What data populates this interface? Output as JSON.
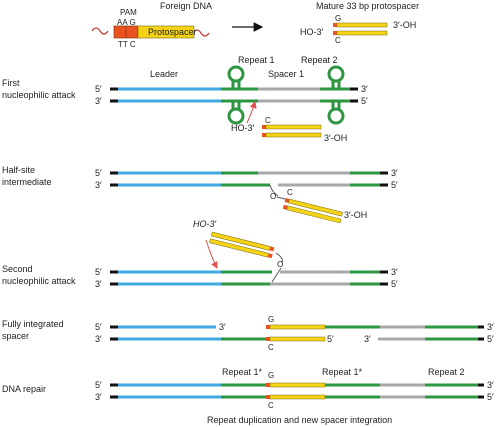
{
  "colors": {
    "leader": "#3fa9e0",
    "repeat": "#2e9640",
    "spacer_grey": "#a8a8a8",
    "protospacer": "#f5d316",
    "pam_orange": "#e8531f",
    "arrow_red": "#e05050",
    "dna_black": "#111111",
    "foreign_dna_red": "#c0392b"
  },
  "top": {
    "foreign_dna_label": "Foreign DNA",
    "pam_label": "PAM",
    "pam_top_bases": "AA G",
    "pam_bottom_bases": "TT C",
    "protospacer_label": "Protospacer",
    "mature_label": "Mature 33 bp protospacer",
    "mature_top_base": "G",
    "mature_bottom_base": "C",
    "mature_left_end": "HO-3′",
    "mature_right_end": "3′-OH"
  },
  "rows": {
    "first": {
      "title_line1": "First",
      "title_line2": "nucleophilic attack",
      "leader_label": "Leader",
      "repeat1_label": "Repeat 1",
      "spacer1_label": "Spacer 1",
      "repeat2_label": "Repeat 2",
      "end_5_top": "5′",
      "end_3_bottom": "3′",
      "end_3_top": "3′",
      "end_5_bottom": "5′",
      "attack_end": "HO-3′",
      "base_C": "C",
      "right_oh": "3′-OH"
    },
    "half": {
      "title_line1": "Half-site",
      "title_line2": "intermediate",
      "end_5_top": "5′",
      "end_3_bottom": "3′",
      "end_3_top": "3′",
      "end_5_bottom": "5′",
      "link_O": "O",
      "base_C": "C",
      "right_oh": "3′-OH"
    },
    "second": {
      "title_line1": "Second",
      "title_line2": "nucleophilic attack",
      "attack_end": "HO-3′",
      "link_O": "O",
      "end_5_top": "5′",
      "end_3_bottom": "3′",
      "end_3_top": "3′",
      "end_5_bottom": "5′"
    },
    "full": {
      "title_line1": "Fully integrated",
      "title_line2": "spacer",
      "end_5_top": "5′",
      "end_3_bottom": "3′",
      "mid_3_top": "3′",
      "base_G": "G",
      "base_C": "C",
      "mid_5_bottom": "5′",
      "mid_3_bottom": "3′",
      "end_3_top": "3′",
      "end_5_bottom": "5′"
    },
    "repair": {
      "title_line1": "DNA repair",
      "repeat1a_label": "Repeat 1*",
      "repeat1b_label": "Repeat 1*",
      "repeat2_label": "Repeat 2",
      "base_G": "G",
      "base_C": "C",
      "end_5_top": "5′",
      "end_3_bottom": "3′",
      "end_3_top": "3′",
      "end_5_bottom": "5′"
    }
  },
  "footer_caption": "Repeat duplication and new spacer integration"
}
